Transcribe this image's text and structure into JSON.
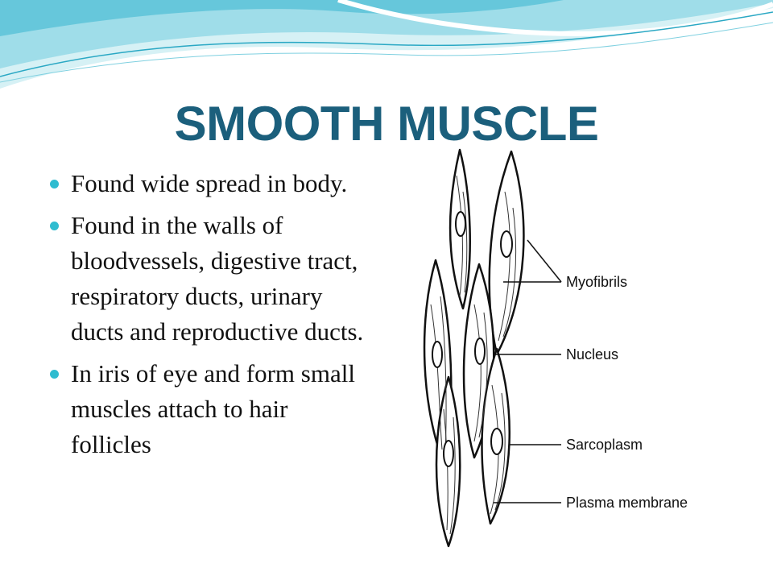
{
  "slide": {
    "title": "SMOOTH MUSCLE",
    "bullets": [
      {
        "text": "Found wide spread in body."
      },
      {
        "text": "Found in the walls of bloodvessels, digestive tract, respiratory ducts, urinary ducts and reproductive ducts."
      },
      {
        "text": "In iris of eye and form small muscles attach to hair follicles"
      }
    ]
  },
  "diagram": {
    "labels": {
      "myofibrils": "Myofibrils",
      "nucleus": "Nucleus",
      "sarcoplasm": "Sarcoplasm",
      "plasma_membrane": "Plasma membrane"
    }
  },
  "colors": {
    "title": "#1b5f7c",
    "bullet": "#2fbcd0",
    "wave_light": "#cdeff3",
    "wave_mid": "#8fd9e6",
    "wave_dark": "#2aa8c4"
  }
}
